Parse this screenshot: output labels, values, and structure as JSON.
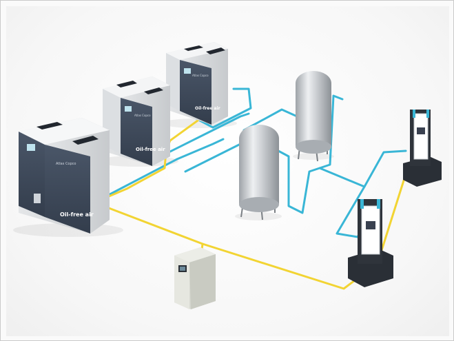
{
  "scene": {
    "compressors": [
      {
        "brand_text": "Atlas Copco",
        "product_text": "Oil-free air"
      },
      {
        "brand_text": "Atlas Copco",
        "product_text": "Oil-free air"
      },
      {
        "brand_text": "Atlas Copco",
        "product_text": "Oil-free air"
      }
    ],
    "pipe_colors": {
      "air": "#39b6d6",
      "signal": "#f2d433"
    },
    "cabinet_color": "#3e4a5c",
    "tank_color": "#c9ccd0"
  }
}
